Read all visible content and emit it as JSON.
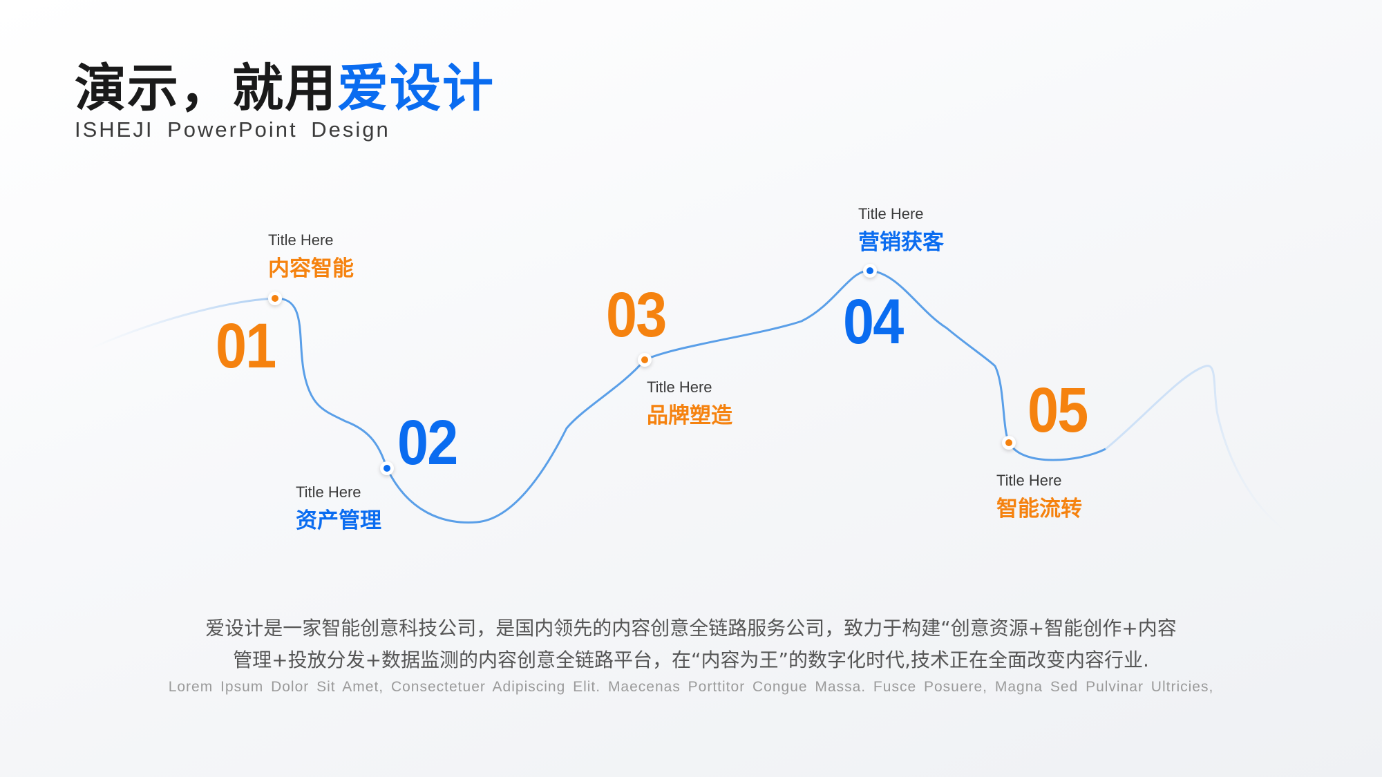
{
  "header": {
    "title_prefix": "演示，就用",
    "title_accent": "爱设计",
    "subtitle": "ISHEJI  PowerPoint  Design"
  },
  "milestones": [
    {
      "number": "01",
      "title_en": "Title Here",
      "title_cn": "内容智能"
    },
    {
      "number": "02",
      "title_en": "Title Here",
      "title_cn": "资产管理"
    },
    {
      "number": "03",
      "title_en": "Title Here",
      "title_cn": "品牌塑造"
    },
    {
      "number": "04",
      "title_en": "Title Here",
      "title_cn": "营销获客"
    },
    {
      "number": "05",
      "title_en": "Title Here",
      "title_cn": "智能流转"
    }
  ],
  "description": {
    "line1": "爱设计是一家智能创意科技公司，是国内领先的内容创意全链路服务公司，致力于构建“创意资源+智能创作+内容",
    "line2": "管理+投放分发+数据监测的内容创意全链路平台，在“内容为王”的数字化时代,技术正在全面改变内容行业.",
    "lorem": "Lorem Ipsum Dolor Sit Amet, Consectetuer Adipiscing Elit. Maecenas Porttitor Congue Massa. Fusce Posuere, Magna Sed Pulvinar Ultricies,"
  },
  "colors": {
    "accent_blue": "#0a6cf0",
    "accent_orange": "#f5820f",
    "curve": "#5a9fe8"
  }
}
